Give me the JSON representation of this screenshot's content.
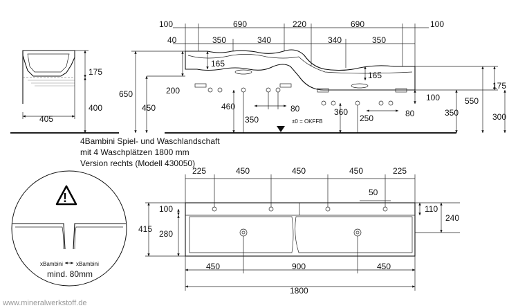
{
  "title": {
    "line1": "4Bambini Spiel- und Waschlandschaft",
    "line2": "mit 4 Waschplätzen 1800 mm",
    "line3": "Version rechts (Modell 430050)"
  },
  "floor_label": "±0 = OKFFB",
  "detail": {
    "label_left": "xBambini",
    "label_right": "xBambini",
    "gap": "mind. 80mm"
  },
  "watermark": "www.mineralwerkstoff.de",
  "side_view": {
    "d175": "175",
    "d400": "400",
    "d405": "405"
  },
  "front_view": {
    "top": [
      "100",
      "690",
      "220",
      "690",
      "100"
    ],
    "second": [
      "40",
      "350",
      "340",
      "340",
      "350"
    ],
    "d165_left": "165",
    "d165_right": "165",
    "d200": "200",
    "d650": "650",
    "d450": "450",
    "d460": "460",
    "d80_left": "80",
    "d80_right": "80",
    "d350_bottom": "350",
    "d360": "360",
    "d250": "250",
    "d100": "100",
    "right_col": [
      "175",
      "550",
      "350",
      "300"
    ]
  },
  "plan_view": {
    "top": [
      "225",
      "450",
      "450",
      "450",
      "225"
    ],
    "d50": "50",
    "d100": "100",
    "d110": "110",
    "d240": "240",
    "d415": "415",
    "d280": "280",
    "bottom": [
      "450",
      "900",
      "450"
    ],
    "total": "1800"
  }
}
